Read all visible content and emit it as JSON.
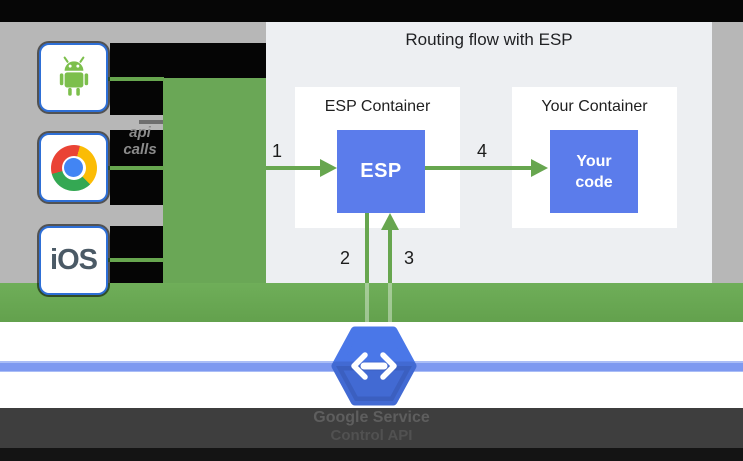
{
  "header": {
    "title": "Routing flow with ESP"
  },
  "clients": {
    "android": "android-client",
    "chrome": "browser-client",
    "ios_label": "iOS",
    "side_note_line1": "api",
    "side_note_line2": "calls"
  },
  "esp": {
    "container_title": "ESP Container",
    "box_label": "ESP"
  },
  "your": {
    "container_title": "Your Container",
    "box_label": "Your code"
  },
  "flow": {
    "step1": "1",
    "step2": "2",
    "step3": "3",
    "step4": "4"
  },
  "footer": {
    "line1": "Google Service",
    "line2": "Control API"
  },
  "icons": {
    "android": "android-icon",
    "chrome": "chrome-icon",
    "endpoints": "endpoints-hexagon-code-icon"
  },
  "colors": {
    "green": "#6aa756",
    "arrow_green": "#67a64f",
    "blue_box": "#5b7ceb",
    "panel": "#edeff2",
    "gray_background": "#b7b7b7",
    "blue_line": "#7e99f0",
    "hexagon_blue": "#4a77e8",
    "client_border_blue": "#2e6fd6"
  }
}
